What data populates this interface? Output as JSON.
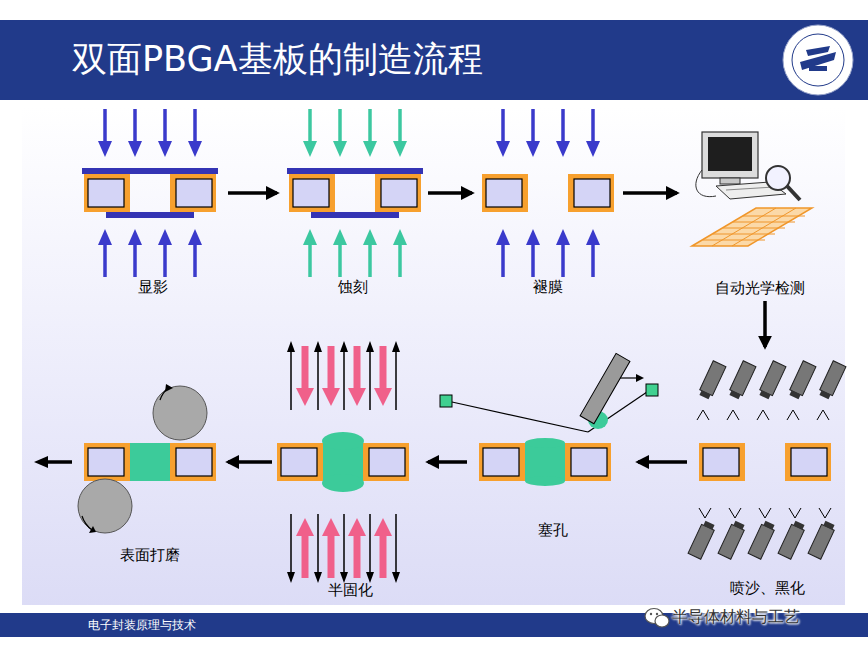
{
  "diagram": {
    "title": "双面PBGA基板的制造流程",
    "nodes": [
      {
        "text": [
          "显影"
        ]
      },
      {
        "text": [
          "蚀刻"
        ]
      },
      {
        "text": [
          "褪膜"
        ]
      },
      {
        "text": [
          "自动光学检测"
        ]
      },
      {
        "text": [
          "喷沙、黑化"
        ]
      },
      {
        "text": [
          "塞孔"
        ]
      },
      {
        "text": [
          "半固化"
        ]
      },
      {
        "text": [
          "表面打磨"
        ]
      }
    ],
    "edges": [
      {
        "from": 0,
        "to": 1,
        "arrow": "to"
      },
      {
        "from": 1,
        "to": 2,
        "arrow": "to"
      },
      {
        "from": 2,
        "to": 3,
        "arrow": "to"
      },
      {
        "from": 3,
        "to": 4,
        "arrow": "to"
      },
      {
        "from": 4,
        "to": 5,
        "arrow": "to"
      },
      {
        "from": 5,
        "to": 6,
        "arrow": "to"
      },
      {
        "from": 6,
        "to": 7,
        "arrow": "to"
      }
    ],
    "labels": [
      "电子封装原理与技术",
      "半导体材料与工艺"
    ]
  }
}
